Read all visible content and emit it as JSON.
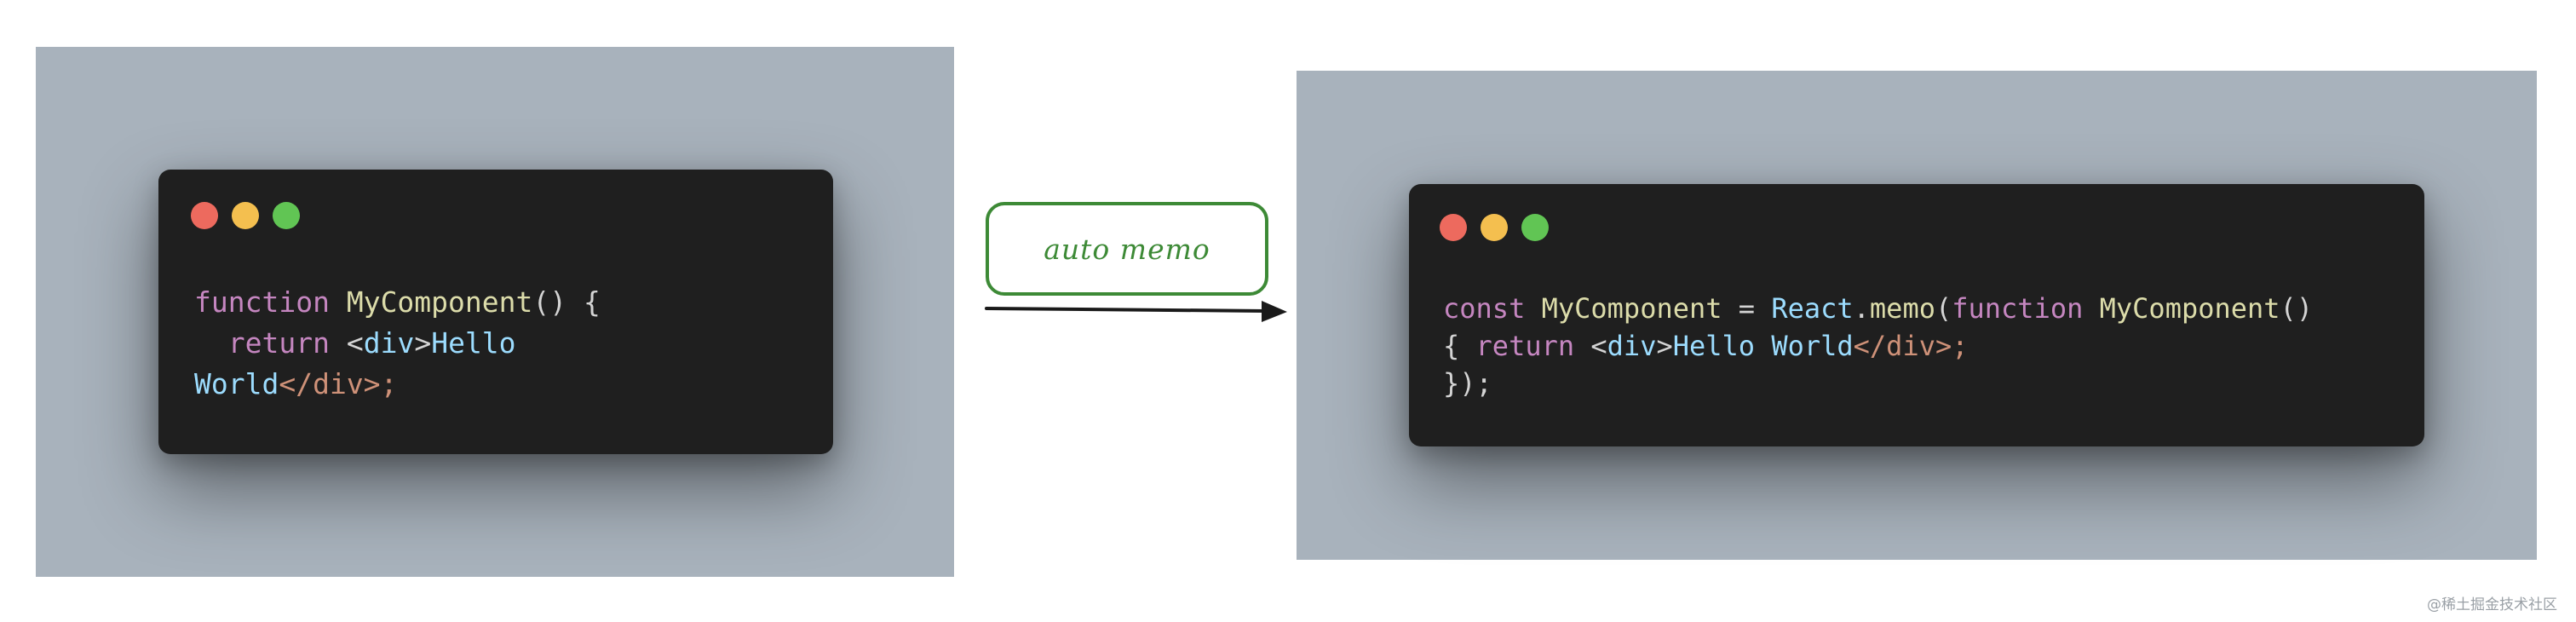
{
  "left_panel": {
    "code_lines": [
      [
        {
          "t": "function",
          "c": "keyword"
        },
        {
          "t": " ",
          "c": "plain"
        },
        {
          "t": "MyComponent",
          "c": "func"
        },
        {
          "t": "() {",
          "c": "plain"
        }
      ],
      [
        {
          "t": "  ",
          "c": "plain"
        },
        {
          "t": "return",
          "c": "keyword"
        },
        {
          "t": " <",
          "c": "plain"
        },
        {
          "t": "div",
          "c": "tag"
        },
        {
          "t": ">",
          "c": "plain"
        },
        {
          "t": "Hello",
          "c": "text"
        }
      ],
      [
        {
          "t": "World",
          "c": "text"
        },
        {
          "t": "</div>",
          "c": "closetag"
        },
        {
          "t": ";",
          "c": "closetag"
        }
      ]
    ]
  },
  "transform": {
    "label": "auto memo",
    "color": "#3d8a36"
  },
  "right_panel": {
    "code_lines": [
      [
        {
          "t": "const",
          "c": "keyword"
        },
        {
          "t": " ",
          "c": "plain"
        },
        {
          "t": "MyComponent",
          "c": "func"
        },
        {
          "t": " = ",
          "c": "plain"
        },
        {
          "t": "React",
          "c": "text"
        },
        {
          "t": ".",
          "c": "plain"
        },
        {
          "t": "memo",
          "c": "func"
        },
        {
          "t": "(",
          "c": "plain"
        },
        {
          "t": "function",
          "c": "keyword"
        },
        {
          "t": " ",
          "c": "plain"
        },
        {
          "t": "MyComponent",
          "c": "func"
        },
        {
          "t": "()",
          "c": "plain"
        }
      ],
      [
        {
          "t": "{ ",
          "c": "plain"
        },
        {
          "t": "return",
          "c": "keyword"
        },
        {
          "t": " <",
          "c": "plain"
        },
        {
          "t": "div",
          "c": "tag"
        },
        {
          "t": ">",
          "c": "plain"
        },
        {
          "t": "Hello World",
          "c": "text"
        },
        {
          "t": "</div>",
          "c": "closetag"
        },
        {
          "t": ";",
          "c": "closetag"
        }
      ],
      [
        {
          "t": "});",
          "c": "plain"
        }
      ]
    ]
  },
  "window_dots": [
    "#ed6a5e",
    "#f4bf4f",
    "#61c554"
  ],
  "syntax_colors": {
    "keyword": "#c586c0",
    "func": "#dcdcaa",
    "plain": "#d4d4d4",
    "tag": "#9cdcfe",
    "text": "#9cdcfe",
    "closetag": "#ce9178"
  },
  "watermark": "@稀土掘金技术社区"
}
